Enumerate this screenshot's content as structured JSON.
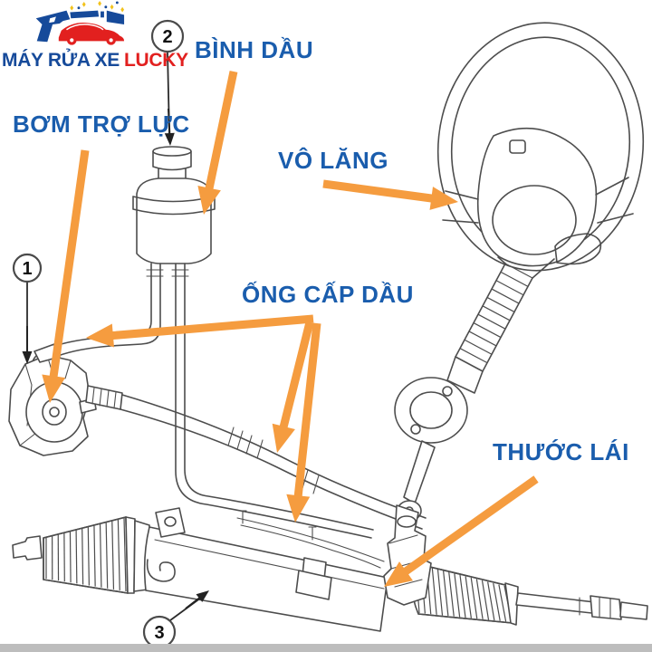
{
  "diagram": {
    "labels": {
      "binh_dau": "BÌNH DẦU",
      "bom_tro_luc": "BƠM TRỢ LỰC",
      "vo_lang": "VÔ LĂNG",
      "ong_cap_dau": "ỐNG CẤP DẦU",
      "thuoc_lai": "THƯỚC LÁI"
    },
    "callouts": {
      "c1": "1",
      "c2": "2",
      "c3": "3"
    },
    "colors": {
      "label_blue": "#1A5DAD",
      "arrow_orange": "#F59C3F",
      "line_gray": "#4D4D4D"
    }
  },
  "logo": {
    "text_primary": "MÁY RỬA XE",
    "text_accent": "LUCKY",
    "color_primary": "#164A9A",
    "color_accent": "#E2201F"
  }
}
